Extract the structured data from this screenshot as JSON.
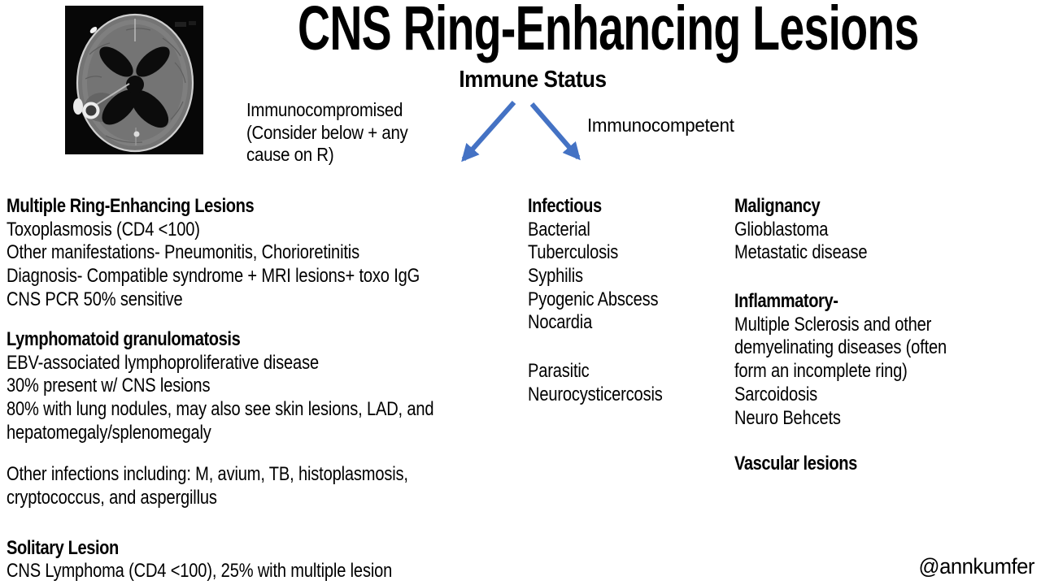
{
  "slide": {
    "title": "CNS Ring-Enhancing Lesions",
    "subtitle": "Immune Status",
    "attribution": "@annkumfer",
    "arrow_color": "#4472C4",
    "mri_image": "axial-brain-mri-with-ring-enhancing-lesion"
  },
  "branches": {
    "immunocompromised": {
      "line1": "Immunocompromised",
      "line2": " (Consider below + any",
      "line3": "cause on R)"
    },
    "immunocompetent": "Immunocompetent"
  },
  "left_column": {
    "s1_heading": "Multiple Ring-Enhancing Lesions",
    "s1_lines": [
      "Toxoplasmosis (CD4 <100)",
      "Other manifestations- Pneumonitis, Chorioretinitis",
      "Diagnosis- Compatible syndrome + MRI lesions+ toxo IgG",
      "CNS PCR 50% sensitive"
    ],
    "s2_heading": "Lymphomatoid granulomatosis",
    "s2_lines": [
      "EBV-associated lymphoproliferative disease",
      "30% present w/ CNS lesions",
      "80% with lung nodules, may also see skin lesions, LAD, and",
      "hepatomegaly/splenomegaly"
    ],
    "s3_lines": [
      "Other infections including: M, avium, TB, histoplasmosis,",
      "cryptococcus, and aspergillus"
    ],
    "s4_heading": "Solitary Lesion",
    "s4_lines": [
      "CNS Lymphoma (CD4 <100), 25% with multiple lesion"
    ]
  },
  "middle_column": {
    "s1_heading": "Infectious",
    "s1_lines": [
      "Bacterial",
      "Tuberculosis",
      "Syphilis",
      "Pyogenic Abscess",
      "Nocardia"
    ],
    "s2_lines": [
      "Parasitic",
      "Neurocysticercosis"
    ]
  },
  "right_column": {
    "s1_heading": "Malignancy",
    "s1_lines": [
      "Glioblastoma",
      "Metastatic disease"
    ],
    "s2_heading": "Inflammatory-",
    "s2_lines": [
      "Multiple Sclerosis and other",
      "demyelinating diseases (often",
      "form an incomplete ring)",
      "Sarcoidosis",
      "Neuro Behcets"
    ],
    "s3_heading": "Vascular lesions"
  }
}
